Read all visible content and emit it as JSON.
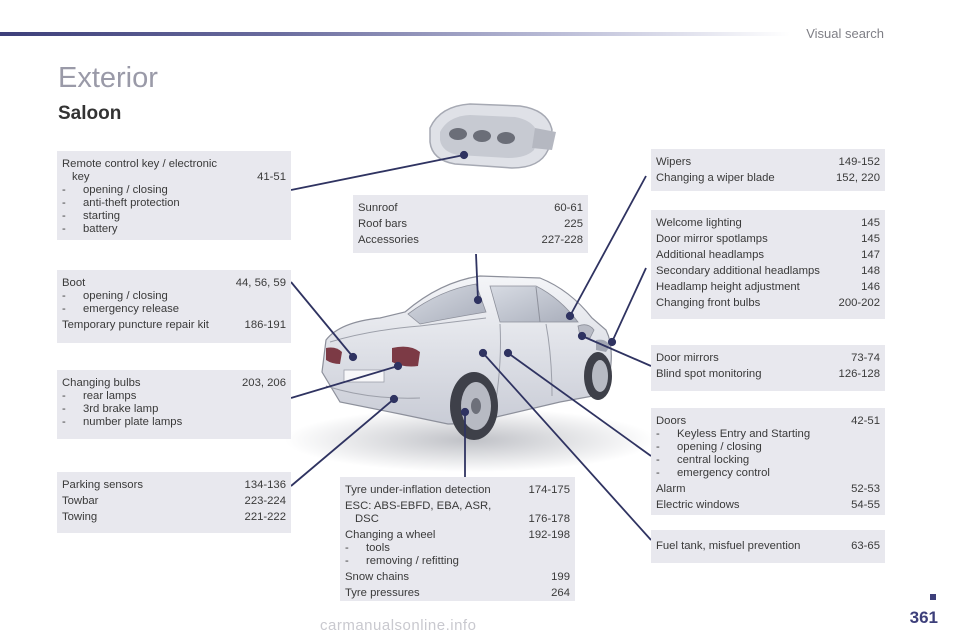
{
  "header": {
    "label": "Visual search"
  },
  "page": {
    "title": "Exterior",
    "section": "Saloon",
    "number": "361"
  },
  "watermark": "carmanualsonline.info",
  "boxes": {
    "remote": {
      "r1": {
        "label": "Remote control key / electronic"
      },
      "r2": {
        "label": "key",
        "page": "41-51"
      },
      "s1": "opening / closing",
      "s2": "anti-theft protection",
      "s3": "starting",
      "s4": "battery"
    },
    "boot": {
      "r1": {
        "label": "Boot",
        "page": "44, 56, 59"
      },
      "s1": "opening / closing",
      "s2": "emergency release",
      "r2": {
        "label": "Temporary puncture repair kit",
        "page": "186-191"
      }
    },
    "bulbs": {
      "r1": {
        "label": "Changing bulbs",
        "page": "203, 206"
      },
      "s1": "rear lamps",
      "s2": "3rd brake lamp",
      "s3": "number plate lamps"
    },
    "parking": {
      "r1": {
        "label": "Parking sensors",
        "page": "134-136"
      },
      "r2": {
        "label": "Towbar",
        "page": "223-224"
      },
      "r3": {
        "label": "Towing",
        "page": "221-222"
      }
    },
    "sunroof": {
      "r1": {
        "label": "Sunroof",
        "page": "60-61"
      },
      "r2": {
        "label": "Roof bars",
        "page": "225"
      },
      "r3": {
        "label": "Accessories",
        "page": "227-228"
      }
    },
    "tyre": {
      "r1": {
        "label": "Tyre under-inflation detection",
        "page": "174-175"
      },
      "r2": {
        "label": "ESC: ABS-EBFD, EBA, ASR,"
      },
      "r3": {
        "label": "DSC",
        "page": "176-178"
      },
      "r4": {
        "label": "Changing a wheel",
        "page": "192-198"
      },
      "s1": "tools",
      "s2": "removing / refitting",
      "r5": {
        "label": "Snow chains",
        "page": "199"
      },
      "r6": {
        "label": "Tyre pressures",
        "page": "264"
      }
    },
    "wipers": {
      "r1": {
        "label": "Wipers",
        "page": "149-152"
      },
      "r2": {
        "label": "Changing a wiper blade",
        "page": "152, 220"
      }
    },
    "lighting": {
      "r1": {
        "label": "Welcome lighting",
        "page": "145"
      },
      "r2": {
        "label": "Door mirror spotlamps",
        "page": "145"
      },
      "r3": {
        "label": "Additional headlamps",
        "page": "147"
      },
      "r4": {
        "label": "Secondary additional headlamps",
        "page": "148"
      },
      "r5": {
        "label": "Headlamp height adjustment",
        "page": "146"
      },
      "r6": {
        "label": "Changing front bulbs",
        "page": "200-202"
      }
    },
    "mirrors": {
      "r1": {
        "label": "Door mirrors",
        "page": "73-74"
      },
      "r2": {
        "label": "Blind spot monitoring",
        "page": "126-128"
      }
    },
    "doors": {
      "r1": {
        "label": "Doors",
        "page": "42-51"
      },
      "s1": "Keyless Entry and Starting",
      "s2": "opening / closing",
      "s3": "central locking",
      "s4": "emergency control",
      "r2": {
        "label": "Alarm",
        "page": "52-53"
      },
      "r3": {
        "label": "Electric windows",
        "page": "54-55"
      }
    },
    "fuel": {
      "r1": {
        "label": "Fuel tank, misfuel prevention",
        "page": "63-65"
      }
    }
  }
}
